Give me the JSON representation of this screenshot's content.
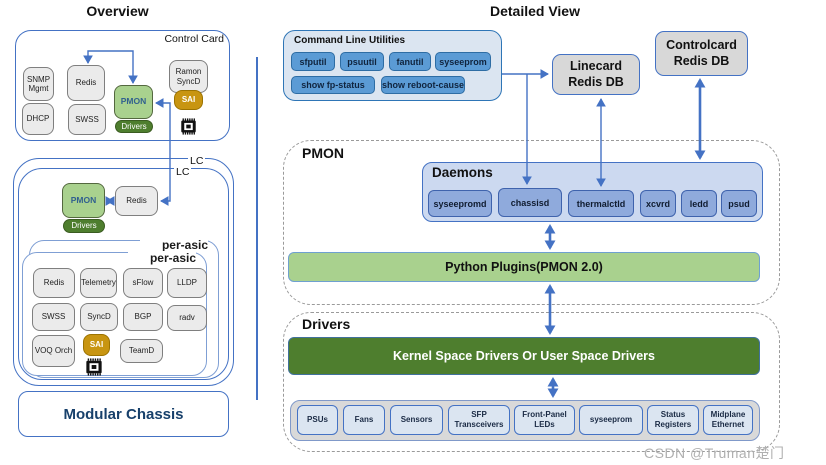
{
  "overview": {
    "heading": "Overview",
    "control_card": {
      "label": "Control Card",
      "snmp": "SNMP Mgmt",
      "redis": "Redis",
      "dhcp": "DHCP",
      "swss": "SWSS",
      "pmon": "PMON",
      "drivers": "Drivers",
      "ramon": "Ramon SyncD",
      "sai": "SAI"
    },
    "lc": {
      "label_outer": "LC",
      "label_inner": "LC",
      "pmon": "PMON",
      "drivers": "Drivers",
      "redis": "Redis"
    },
    "per_asic": {
      "label_outer": "per-asic",
      "label_inner": "per-asic",
      "row1": [
        "Redis",
        "Telemetry",
        "sFlow",
        "LLDP"
      ],
      "row2": [
        "SWSS",
        "SyncD",
        "BGP",
        "radv"
      ],
      "row3": [
        "VOQ Orch",
        "SAI",
        "TeamD"
      ]
    },
    "modular_chassis": "Modular Chassis"
  },
  "detailed": {
    "heading": "Detailed View",
    "clu": {
      "label": "Command Line Utilities",
      "buttons": [
        "sfputil",
        "psuutil",
        "fanutil",
        "syseeprom",
        "show fp-status",
        "show reboot-cause"
      ]
    },
    "linecard_db": "Linecard Redis DB",
    "controlcard_db": "Controlcard Redis DB",
    "pmon_section": {
      "label": "PMON",
      "daemons_label": "Daemons",
      "daemons": [
        "syseepromd",
        "chassisd",
        "thermalctld",
        "xcvrd",
        "ledd",
        "psud"
      ],
      "python_plugins": "Python Plugins(PMON 2.0)"
    },
    "drivers_section": {
      "label": "Drivers",
      "kernel_bar": "Kernel Space Drivers Or User Space Drivers",
      "hardware": [
        "PSUs",
        "Fans",
        "Sensors",
        "SFP Transceivers",
        "Front-Panel LEDs",
        "syseeprom",
        "Status Registers",
        "Midplane Ethernet"
      ]
    }
  },
  "watermark": "CSDN @Truman楚门",
  "colors": {
    "accent_blue": "#4472c4",
    "light_green": "#a9d18e",
    "dark_green": "#4e7e2e",
    "gold": "#c89511",
    "button_blue": "#5b9bd5",
    "daemon_blue": "#8faadc"
  }
}
